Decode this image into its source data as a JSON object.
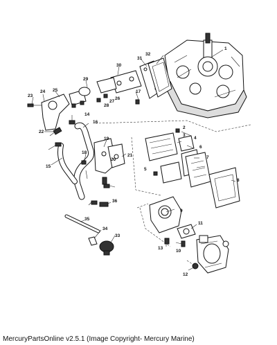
{
  "callouts": [
    "1",
    "2",
    "3",
    "4",
    "5",
    "6",
    "7",
    "8",
    "9",
    "10",
    "11",
    "12",
    "13",
    "14",
    "15",
    "16",
    "17",
    "18",
    "19",
    "20",
    "21",
    "22",
    "23",
    "24",
    "25",
    "26",
    "27",
    "28",
    "29",
    "30",
    "31",
    "32",
    "33",
    "34",
    "35",
    "36"
  ],
  "footer": {
    "text": "MercuryPartsOnline v2.5.1 (Image Copyright- Mercury Marine)"
  }
}
